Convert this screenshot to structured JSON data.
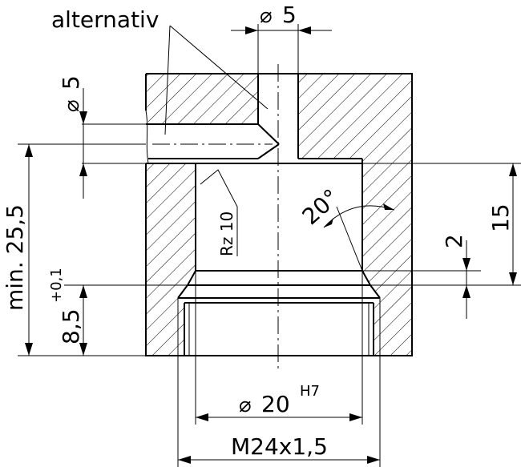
{
  "drawing": {
    "note_alternativ": "alternativ",
    "dim_top_dia": "5",
    "dim_left_dia": "5",
    "dim_min_depth": "min. 25,5",
    "dim_thread_depth": "8,5",
    "dim_thread_tol": "+0,1",
    "dim_chamfer_angle": "20°",
    "dim_roughness": "Rz 10",
    "dim_undercut": "2",
    "dim_bore_depth": "15",
    "dim_bore_dia": "20",
    "dim_bore_fit": "H7",
    "dim_thread": "M24x1,5",
    "diameter_symbol": "⌀"
  },
  "colors": {
    "line": "#000000",
    "background": "#ffffff"
  }
}
